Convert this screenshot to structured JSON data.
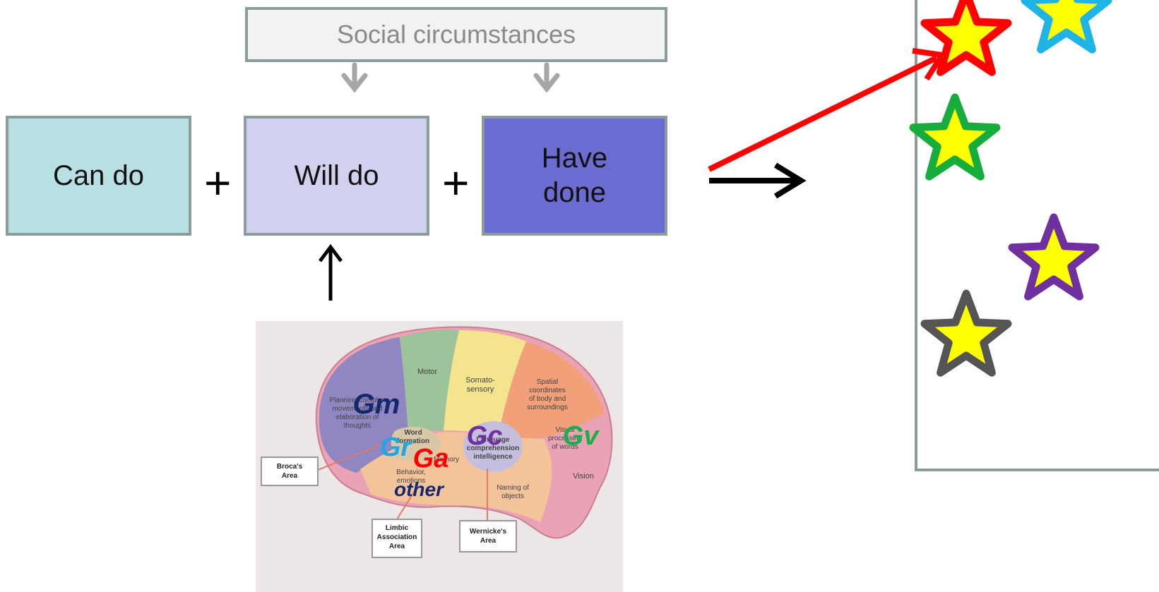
{
  "boxes": {
    "social": "Social circumstances",
    "can_do": "Can do",
    "will_do": "Will do",
    "have_done_line1": "Have",
    "have_done_line2": "done"
  },
  "operators": {
    "plus": "+"
  },
  "brain": {
    "regions": {
      "motor": "Motor",
      "somato1": "Somato-",
      "somato2": "sensory",
      "spatial1": "Spatial",
      "spatial2": "coordinates",
      "spatial3": "of body and",
      "spatial4": "surroundings",
      "planning1": "Planning complex",
      "planning2": "movements and",
      "planning3": "elaboration of",
      "planning4": "thoughts",
      "word1": "Word",
      "word2": "formation",
      "memory": "Memory",
      "behavior1": "Behavior,",
      "behavior2": "emotions",
      "language1": "Language",
      "language2": "comprehension",
      "language3": "intelligence",
      "visual1": "Visual",
      "visual2": "processing",
      "visual3": "of words",
      "vision": "Vision",
      "naming1": "Naming of",
      "naming2": "objects"
    },
    "callouts": {
      "broca1": "Broca's",
      "broca2": "Area",
      "limbic1": "Limbic",
      "limbic2": "Association",
      "limbic3": "Area",
      "wernicke1": "Wernicke's",
      "wernicke2": "Area"
    },
    "abilities": {
      "gm": "Gm",
      "gr": "Gr",
      "ga": "Ga",
      "gc": "Gc",
      "gv": "Gv",
      "other": "other"
    }
  },
  "colors": {
    "can_do": "#b8e0e3",
    "will_do": "#d1d1ef",
    "have_done": "#6b6bd1",
    "box_border": "#8c9c9a",
    "gray_arrow": "#a6a6a6",
    "red_arrow": "#ff0000",
    "gm": "#14286e",
    "gr": "#1fa6e6",
    "ga": "#ff0000",
    "gc": "#7030a0",
    "gv": "#19b04b",
    "other": "#14286e",
    "star_fill": "#ffff00"
  },
  "stars": [
    {
      "name": "red-star",
      "outline": "#ff0000"
    },
    {
      "name": "blue-star",
      "outline": "#1fb4e6"
    },
    {
      "name": "green-star",
      "outline": "#16ad3c"
    },
    {
      "name": "purple-star",
      "outline": "#7030a0"
    },
    {
      "name": "gray-star",
      "outline": "#555555"
    }
  ]
}
